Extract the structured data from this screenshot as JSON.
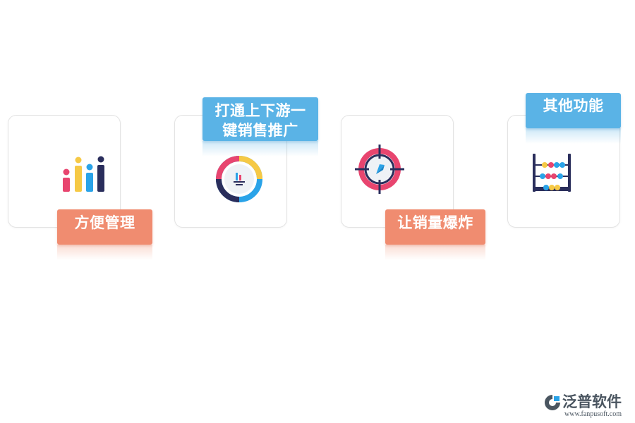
{
  "cards": [
    {
      "label": "方便管理",
      "icon": "bar-chart-icon",
      "label_color": "#f08c70"
    },
    {
      "label": "打通上下游一键销售推广",
      "icon": "pie-chart-icon",
      "label_color": "#5ab3e6"
    },
    {
      "label": "让销量爆炸",
      "icon": "target-icon",
      "label_color": "#f08c70"
    },
    {
      "label": "其他功能",
      "icon": "abacus-icon",
      "label_color": "#5ab3e6"
    }
  ],
  "brand": {
    "name": "泛普软件",
    "url": "www.fanpusoft.com"
  },
  "colors": {
    "orange": "#f08c70",
    "blue": "#5ab3e6",
    "pink": "#e8456f",
    "navy": "#2a2e5c",
    "yellow": "#f6c945",
    "sky": "#2aa3e8"
  }
}
